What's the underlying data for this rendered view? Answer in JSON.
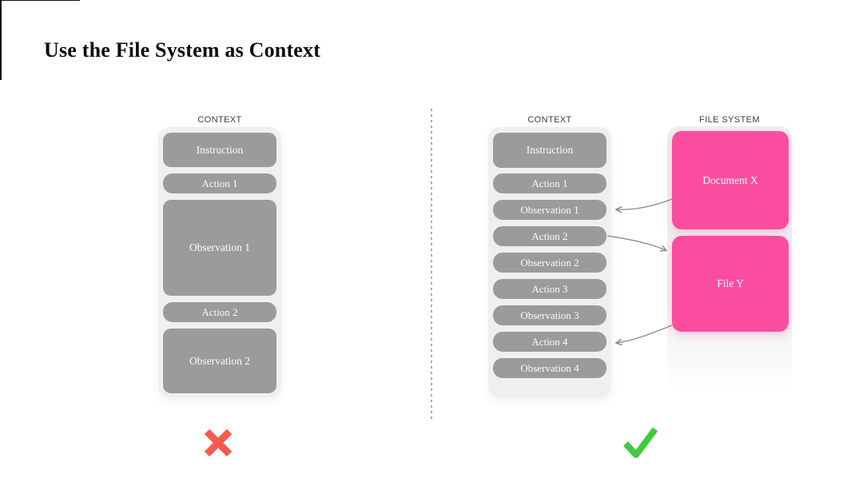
{
  "title": "Use the File System as Context",
  "left_panel": {
    "label": "CONTEXT",
    "boxes": [
      "Instruction",
      "Action 1",
      "Observation 1",
      "Action 2",
      "Observation 2"
    ],
    "verdict": "red-x"
  },
  "right_panel": {
    "context_label": "CONTEXT",
    "context_boxes": [
      "Instruction",
      "Action 1",
      "Observation 1",
      "Action 2",
      "Observation 2",
      "Action 3",
      "Observation 3",
      "Action 4",
      "Observation 4"
    ],
    "file_system_label": "FILE SYSTEM",
    "file_boxes": [
      "Document X",
      "File Y"
    ],
    "connections": [
      {
        "from": "Document X",
        "to": "Observation 1"
      },
      {
        "from": "Action 2",
        "to": "File Y"
      },
      {
        "from": "File Y",
        "to": "Action 4"
      }
    ],
    "verdict": "green-check"
  },
  "colors": {
    "box_gray": "#9b9b9b",
    "container_gray": "#efefef",
    "file_pink": "#fb4d9f",
    "x_red": "#f25b4d",
    "check_green": "#3fcb3f",
    "arrow_gray": "#8a8a8a",
    "label_text": "#3c3c3c"
  }
}
